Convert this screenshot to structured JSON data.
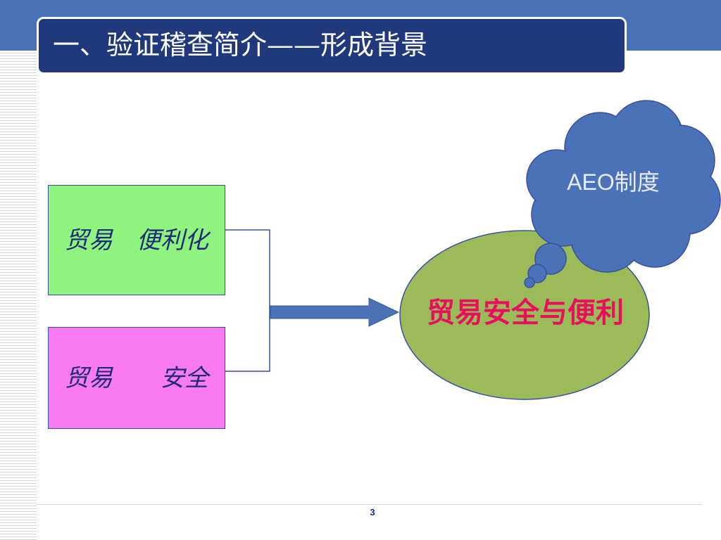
{
  "slide": {
    "title": "一、验证稽查简介——形成背景",
    "box_facilitation": "贸易　便利化",
    "box_security": "贸易　　安全",
    "ellipse_label": "贸易安全与便利",
    "cloud_label": "AEO制度",
    "page_number": "3"
  },
  "colors": {
    "top_band": "#4a72b8",
    "title_bg": "#20397c",
    "box_facilitation_bg": "#8ef47e",
    "box_security_bg": "#f97af3",
    "ellipse_fill": "#9bbb59",
    "cloud_fill": "#4a72b8",
    "ellipse_text": "#e8105c",
    "box_text": "#1f2a7a"
  }
}
